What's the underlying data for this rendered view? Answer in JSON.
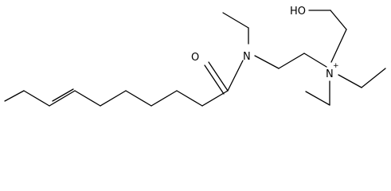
{
  "atoms": {
    "oxygen_label": "O",
    "amide_nitrogen_label": "N",
    "hydroxyl_label": "HO",
    "ammonium_nitrogen_label": "N",
    "charge_label": "+"
  }
}
